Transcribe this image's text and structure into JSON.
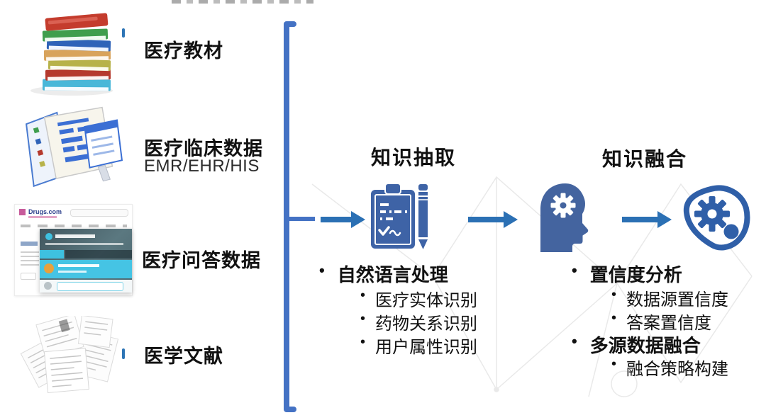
{
  "colors": {
    "bracket_blue": "#4472C4",
    "arrow_blue": "#2B70B4",
    "icon_blue": "#3E63A6",
    "text_black": "#111111",
    "tick_blue": "#2E75B6",
    "faint_line_gray": "#e2e2e2"
  },
  "sources": {
    "items": [
      {
        "label": "医疗教材",
        "image": "books"
      },
      {
        "label": "医疗临床数据",
        "sublabel": "EMR/EHR/HIS",
        "image": "emr-folder"
      },
      {
        "label": "医疗问答数据",
        "image": "qa-website",
        "site_logo": "Drugs.com"
      },
      {
        "label": "医学文献",
        "image": "papers"
      }
    ]
  },
  "extraction": {
    "title": "知识抽取",
    "list": {
      "heading": "自然语言处理",
      "items": [
        "医疗实体识别",
        "药物关系识别",
        "用户属性识别"
      ]
    }
  },
  "fusion": {
    "title": "知识融合",
    "groups": [
      {
        "heading": "置信度分析",
        "items": [
          "数据源置信度",
          "答案置信度"
        ]
      },
      {
        "heading": "多源数据融合",
        "items": [
          "融合策略构建"
        ]
      }
    ]
  }
}
